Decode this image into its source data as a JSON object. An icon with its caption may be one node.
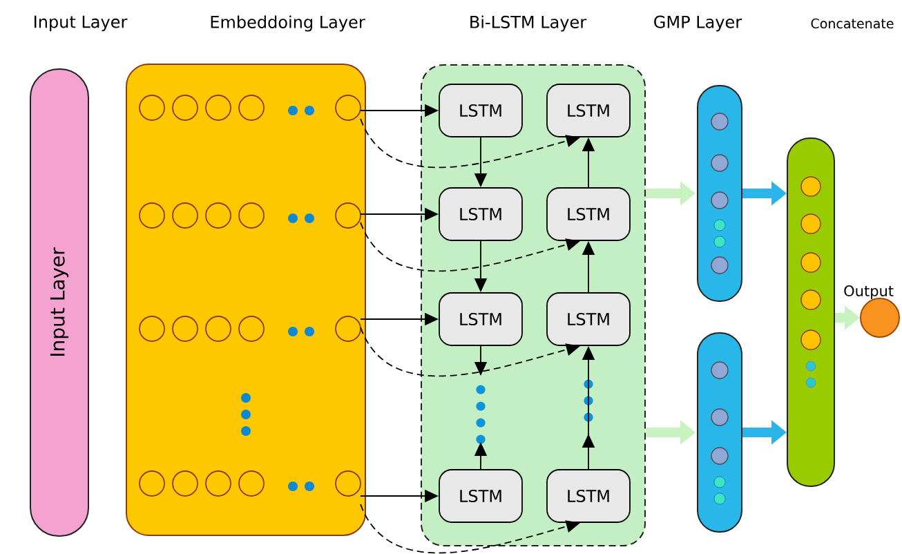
{
  "diagram": {
    "nodes": [
      {
        "text": [
          "Input Layer"
        ]
      },
      {
        "text": [],
        "shape": "box"
      },
      {
        "text": [],
        "shape": "box"
      },
      {
        "text": [
          "LSTM"
        ],
        "in": 2
      },
      {
        "text": [
          "LSTM"
        ],
        "in": 2
      },
      {
        "text": [
          "LSTM"
        ],
        "in": 2
      },
      {
        "text": [
          "LSTM"
        ],
        "in": 2
      },
      {
        "text": [
          "LSTM"
        ],
        "in": 2
      },
      {
        "text": [
          "LSTM"
        ],
        "in": 2
      },
      {
        "text": [
          "LSTM"
        ],
        "in": 2
      },
      {
        "text": [
          "LSTM"
        ],
        "in": 2
      },
      {
        "text": [],
        "shape": "bar"
      },
      {
        "text": [],
        "shape": "bar"
      },
      {
        "text": [],
        "shape": "bar"
      },
      {
        "text": [],
        "shape": "circle",
        "beside": [
          "Output"
        ]
      }
    ],
    "edges": [
      {
        "from": 1,
        "to": 3,
        "arrow": "to"
      },
      {
        "from": 1,
        "to": 5,
        "arrow": "to"
      },
      {
        "from": 1,
        "to": 7,
        "arrow": "to"
      },
      {
        "from": 1,
        "to": 9,
        "arrow": "to"
      },
      {
        "from": 1,
        "to": 4,
        "arrow": "to",
        "style": "dashed"
      },
      {
        "from": 1,
        "to": 6,
        "arrow": "to",
        "style": "dashed"
      },
      {
        "from": 1,
        "to": 8,
        "arrow": "to",
        "style": "dashed"
      },
      {
        "from": 1,
        "to": 10,
        "arrow": "to",
        "style": "dashed"
      },
      {
        "from": 3,
        "to": 5,
        "arrow": "to"
      },
      {
        "from": 5,
        "to": 7,
        "arrow": "to"
      },
      {
        "from": 7,
        "to": null,
        "arrow": "to"
      },
      {
        "from": 9,
        "to": null,
        "arrow": "to"
      },
      {
        "from": 6,
        "to": 4,
        "arrow": "to"
      },
      {
        "from": 8,
        "to": 6,
        "arrow": "to"
      },
      {
        "from": null,
        "to": 8,
        "arrow": "to"
      },
      {
        "from": 10,
        "to": null,
        "arrow": "to"
      },
      {
        "from": 2,
        "to": 11,
        "arrow": "to",
        "style": "thick",
        "color": "#c8f2c0"
      },
      {
        "from": 2,
        "to": 12,
        "arrow": "to",
        "style": "thick",
        "color": "#c8f2c0"
      },
      {
        "from": 11,
        "to": 13,
        "arrow": "to",
        "style": "thick",
        "color": "#2ab4ea"
      },
      {
        "from": 12,
        "to": 13,
        "arrow": "to",
        "style": "thick",
        "color": "#2ab4ea"
      },
      {
        "from": 13,
        "to": 14,
        "arrow": "to",
        "style": "thick",
        "color": "#c8f2c0"
      }
    ],
    "labels": [
      "Input Layer",
      "Embeddoing Layer",
      "Bi-LSTM Layer",
      "GMP Layer",
      "Concatenate"
    ]
  }
}
